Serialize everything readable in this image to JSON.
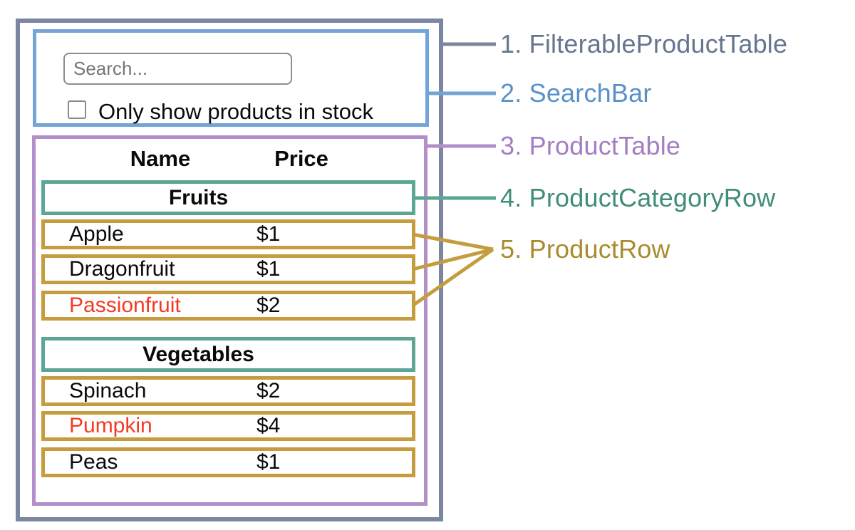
{
  "colors": {
    "outer": "#7b86a0",
    "searchbar": "#72a4d8",
    "table": "#b28fc9",
    "category": "#5ca695",
    "row": "#c59d3e",
    "red": "#f43a22",
    "label_outer": "#66758f",
    "label_searchbar": "#5a90c9",
    "label_table": "#a47ec2",
    "label_category": "#418c7a",
    "label_row": "#a98b2f"
  },
  "search_bar": {
    "placeholder": "Search...",
    "checkbox_label": "Only show products in stock",
    "checkbox_checked": false
  },
  "product_table": {
    "headers": {
      "name": "Name",
      "price": "Price"
    },
    "sections": [
      {
        "category": "Fruits",
        "rows": [
          {
            "name": "Apple",
            "price": "$1",
            "out_of_stock": false
          },
          {
            "name": "Dragonfruit",
            "price": "$1",
            "out_of_stock": false
          },
          {
            "name": "Passionfruit",
            "price": "$2",
            "out_of_stock": true
          }
        ]
      },
      {
        "category": "Vegetables",
        "rows": [
          {
            "name": "Spinach",
            "price": "$2",
            "out_of_stock": false
          },
          {
            "name": "Pumpkin",
            "price": "$4",
            "out_of_stock": true
          },
          {
            "name": "Peas",
            "price": "$1",
            "out_of_stock": false
          }
        ]
      }
    ]
  },
  "legend": [
    {
      "text": "1. FilterableProductTable"
    },
    {
      "text": "2. SearchBar"
    },
    {
      "text": "3. ProductTable"
    },
    {
      "text": "4. ProductCategoryRow"
    },
    {
      "text": "5. ProductRow"
    }
  ]
}
